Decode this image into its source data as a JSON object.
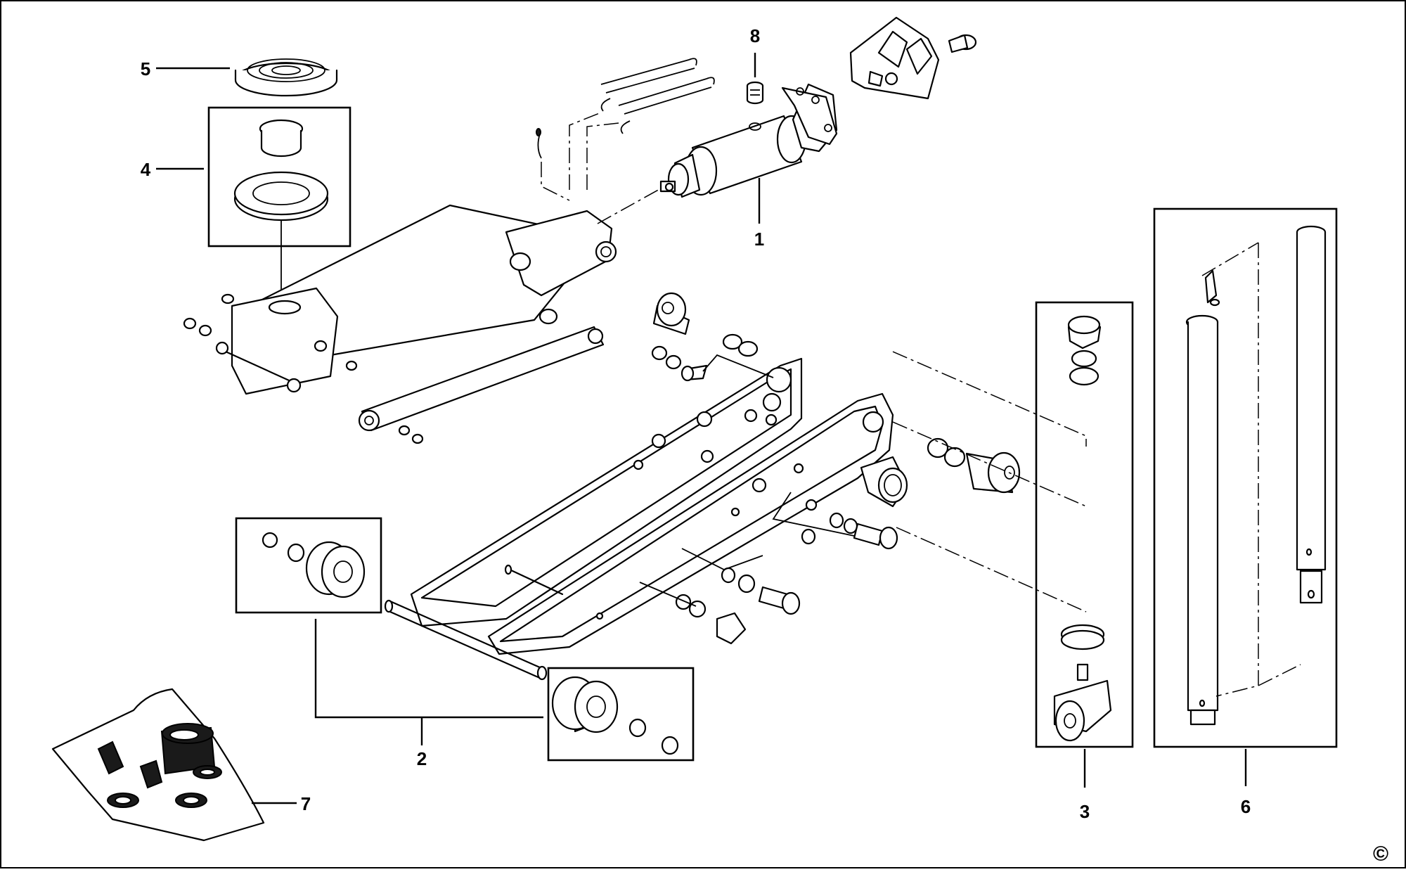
{
  "diagram": {
    "callouts": [
      {
        "id": "1",
        "label": "1"
      },
      {
        "id": "2",
        "label": "2"
      },
      {
        "id": "3",
        "label": "3"
      },
      {
        "id": "4",
        "label": "4"
      },
      {
        "id": "5",
        "label": "5"
      },
      {
        "id": "6",
        "label": "6"
      },
      {
        "id": "7",
        "label": "7"
      },
      {
        "id": "8",
        "label": "8"
      }
    ],
    "copyright_symbol": "©"
  }
}
